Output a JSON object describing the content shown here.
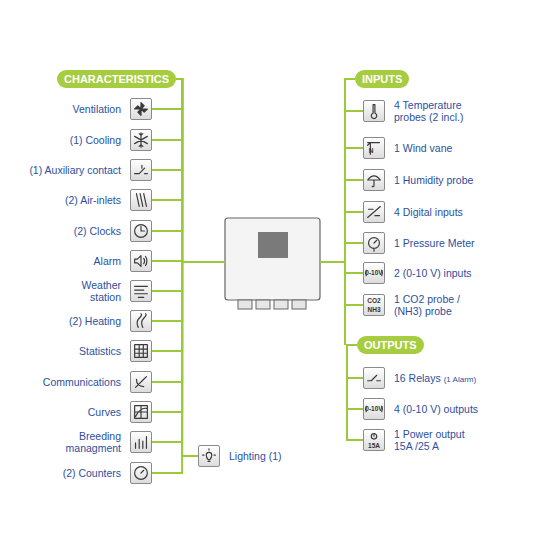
{
  "diagram": {
    "nodes": [
      {
        "text": [
          "CHARACTERISTICS"
        ]
      },
      {
        "text": [
          "Ventilation"
        ]
      },
      {
        "text": [
          "(1) Cooling"
        ]
      },
      {
        "text": [
          "(1) Auxiliary contact"
        ]
      },
      {
        "text": [
          "(2) Air-inlets"
        ]
      },
      {
        "text": [
          "(2) Clocks"
        ]
      },
      {
        "text": [
          "Alarm"
        ]
      },
      {
        "text": [
          "Weather station"
        ]
      },
      {
        "text": [
          "(2) Heating"
        ]
      },
      {
        "text": [
          "Statistics"
        ]
      },
      {
        "text": [
          "Communications"
        ]
      },
      {
        "text": [
          "Curves"
        ]
      },
      {
        "text": [
          "Breeding managment"
        ]
      },
      {
        "text": [
          "(2) Counters"
        ]
      },
      {
        "text": [
          "Lighting (1)"
        ]
      },
      {
        "text": [
          "INPUTS"
        ]
      },
      {
        "text": [
          "4 Temperature probes (2 incl.)"
        ]
      },
      {
        "text": [
          "1 Wind vane"
        ]
      },
      {
        "text": [
          "1 Humidity probe"
        ]
      },
      {
        "text": [
          "4 Digital inputs"
        ]
      },
      {
        "text": [
          "1 Pressure Meter"
        ]
      },
      {
        "text": [
          "2 (0-10 V) inputs"
        ]
      },
      {
        "text": [
          "1 CO2 probe / (NH3) probe"
        ]
      },
      {
        "text": [
          "OUTPUTS"
        ]
      },
      {
        "text": [
          "16 Relays",
          "(1 Alarm)"
        ]
      },
      {
        "text": [
          "4 (0-10 V) outputs"
        ]
      },
      {
        "text": [
          "1 Power output 15A /25 A"
        ]
      }
    ],
    "edges": [
      {
        "from": 0,
        "to": 1,
        "arrow": "none"
      },
      {
        "from": 0,
        "to": 2,
        "arrow": "none"
      },
      {
        "from": 0,
        "to": 3,
        "arrow": "none"
      },
      {
        "from": 0,
        "to": 4,
        "arrow": "none"
      },
      {
        "from": 0,
        "to": 5,
        "arrow": "none"
      },
      {
        "from": 0,
        "to": 6,
        "arrow": "none"
      },
      {
        "from": 0,
        "to": 7,
        "arrow": "none"
      },
      {
        "from": 0,
        "to": 8,
        "arrow": "none"
      },
      {
        "from": 0,
        "to": 9,
        "arrow": "none"
      },
      {
        "from": 0,
        "to": 10,
        "arrow": "none"
      },
      {
        "from": 0,
        "to": 11,
        "arrow": "none"
      },
      {
        "from": 0,
        "to": 12,
        "arrow": "none"
      },
      {
        "from": 0,
        "to": 13,
        "arrow": "none"
      },
      {
        "from": 0,
        "to": 14,
        "arrow": "none"
      },
      {
        "from": 15,
        "to": 16,
        "arrow": "none"
      },
      {
        "from": 15,
        "to": 17,
        "arrow": "none"
      },
      {
        "from": 15,
        "to": 18,
        "arrow": "none"
      },
      {
        "from": 15,
        "to": 19,
        "arrow": "none"
      },
      {
        "from": 15,
        "to": 20,
        "arrow": "none"
      },
      {
        "from": 15,
        "to": 21,
        "arrow": "none"
      },
      {
        "from": 15,
        "to": 22,
        "arrow": "none"
      },
      {
        "from": 23,
        "to": 24,
        "arrow": "none"
      },
      {
        "from": 23,
        "to": 25,
        "arrow": "none"
      },
      {
        "from": 23,
        "to": 26,
        "arrow": "none"
      }
    ],
    "labels": [
      "N",
      "0-10V",
      "CO2",
      "NH3",
      "0-10V",
      "15A"
    ]
  }
}
